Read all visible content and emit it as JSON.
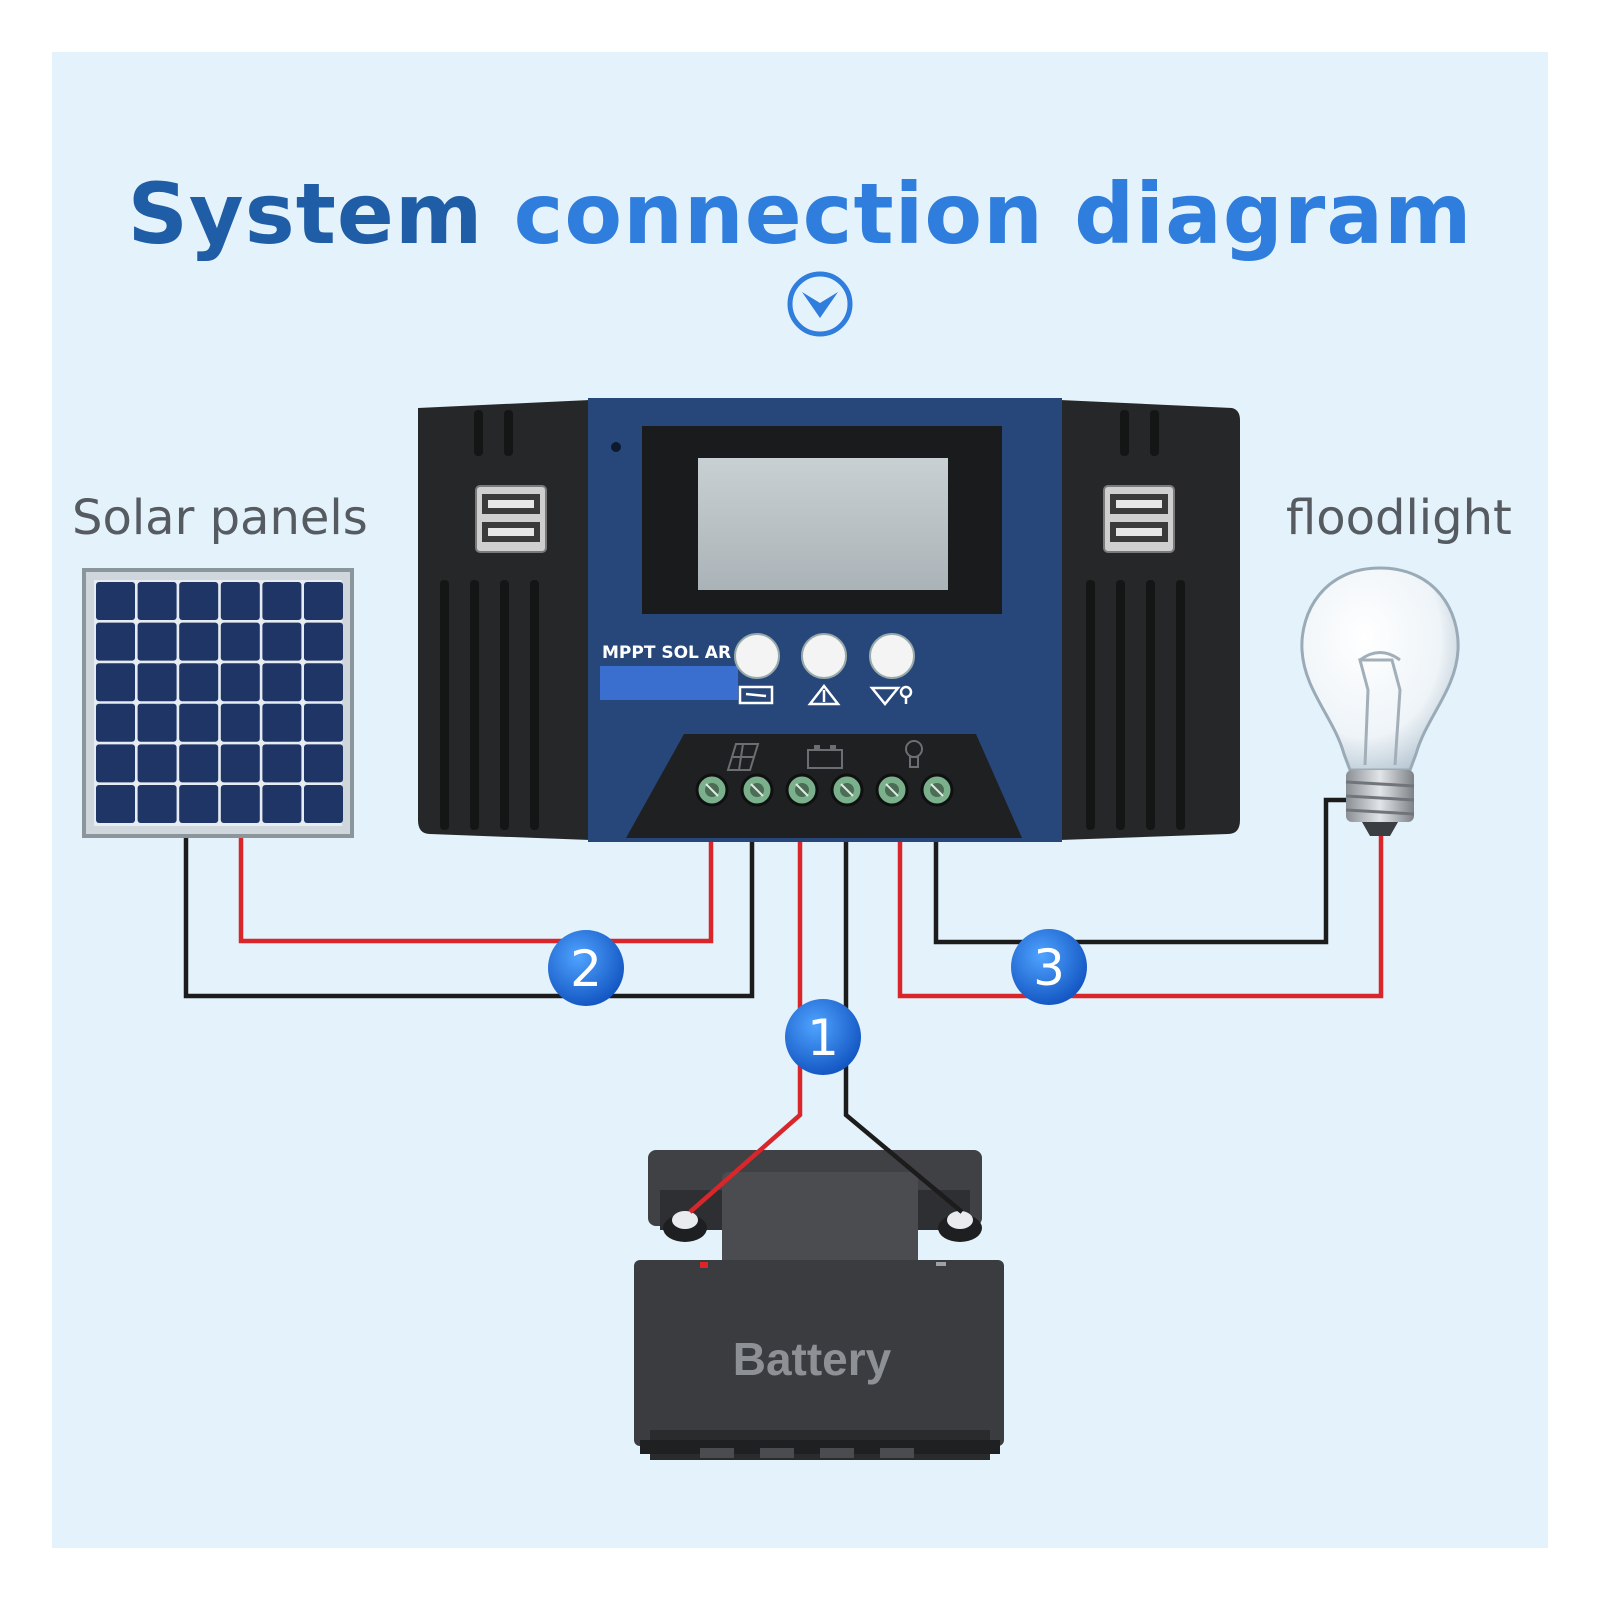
{
  "title": {
    "part1": "System",
    "part2": "connection diagram"
  },
  "labels": {
    "solar": "Solar panels",
    "floodlight": "floodlight",
    "controller": "MPPT SOL AR",
    "battery": "Battery"
  },
  "markers": [
    "1",
    "2",
    "3"
  ],
  "icons": {
    "down_arrow": "chevron-down-circle-icon",
    "menu_btn": "menu-icon",
    "up_btn": "up-arrow-icon",
    "down_btn": "down-arrow-icon",
    "solar_terminal": "solar-panel-icon",
    "battery_terminal": "battery-icon",
    "load_terminal": "bulb-icon"
  },
  "colors": {
    "title_dark": "#1f5ea6",
    "title_light": "#2f7ddc",
    "wire_red": "#d8262b",
    "wire_black": "#1c1c1c",
    "marker_blue": "#1d6fd6",
    "controller_blue": "#27477a",
    "background": "#e3f2fb"
  }
}
